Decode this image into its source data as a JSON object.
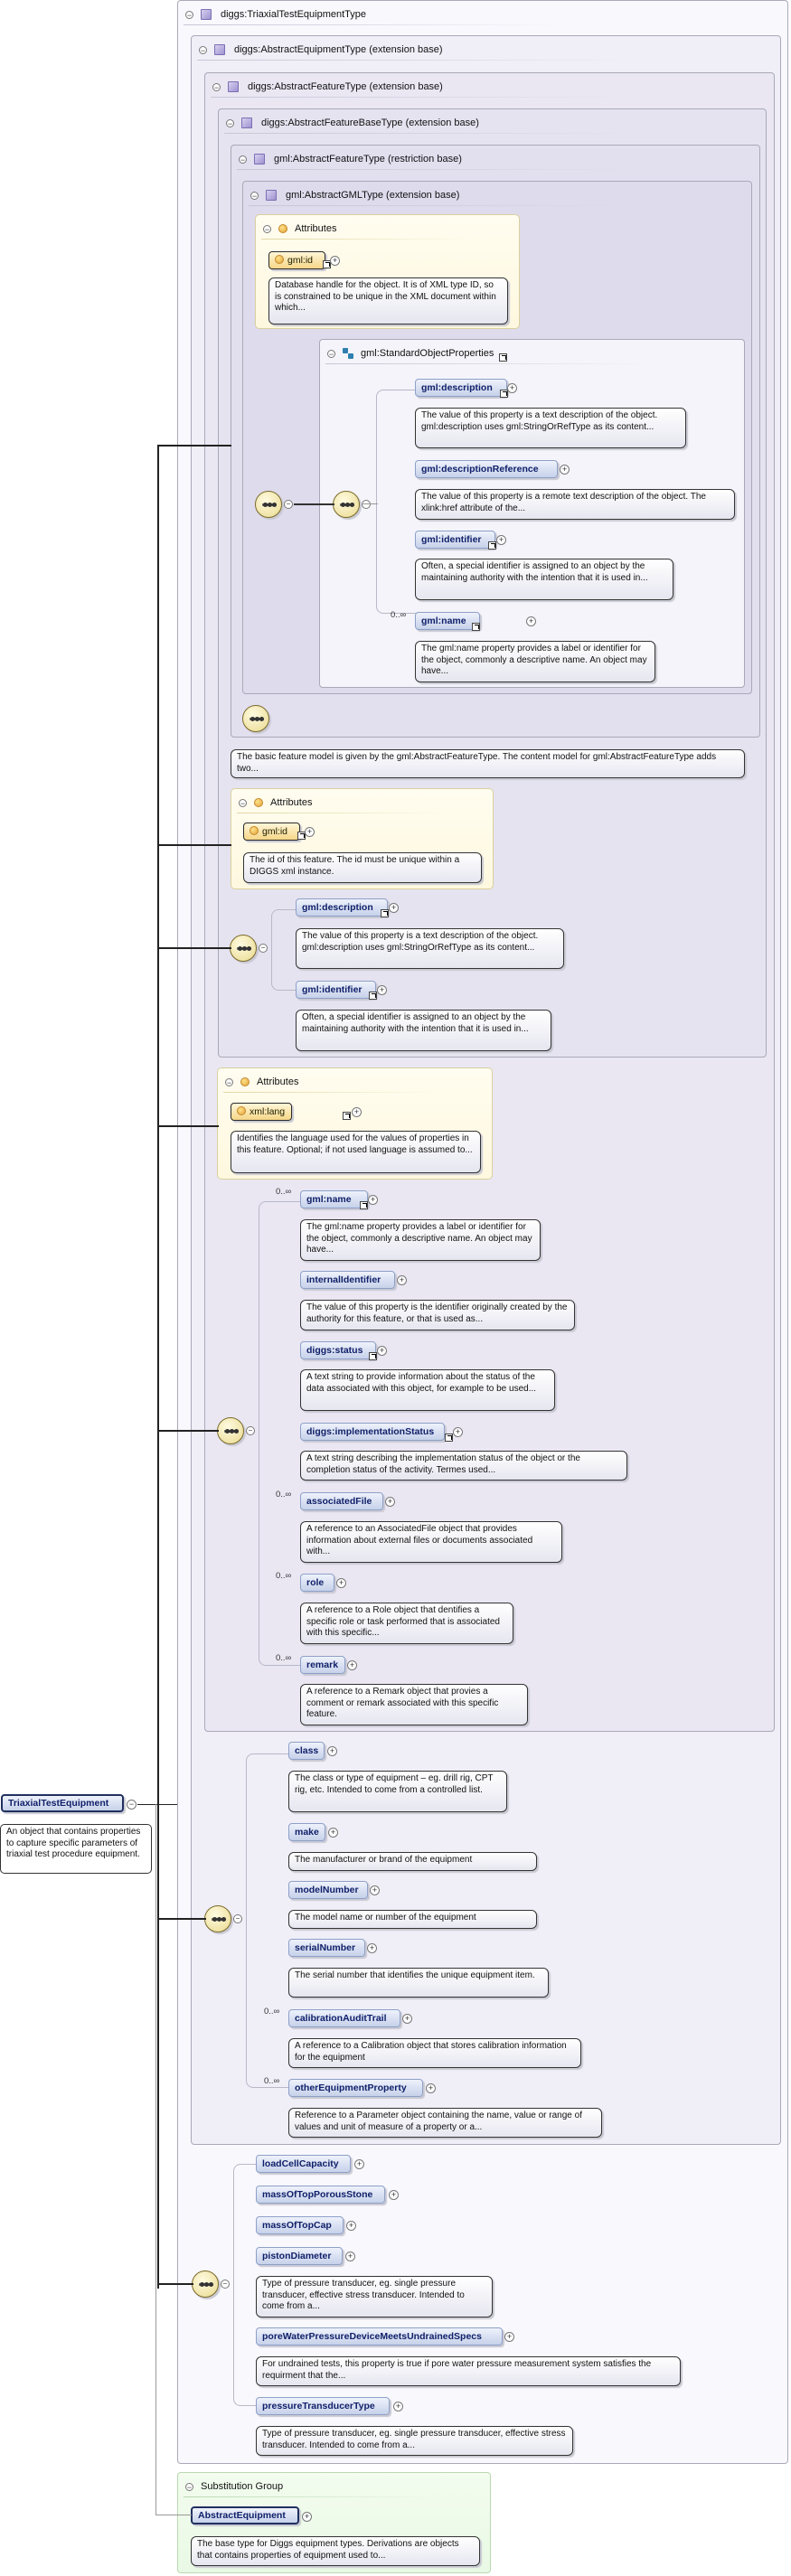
{
  "root": {
    "name": "TriaxialTestEquipment",
    "doc": "An object that contains properties to capture specific parameters of triaxial test procedure equipment."
  },
  "types": {
    "outer": "diggs:TriaxialTestEquipmentType",
    "abstractEquipment": "diggs:AbstractEquipmentType (extension base)",
    "abstractFeature": "diggs:AbstractFeatureType (extension base)",
    "abstractFeatureBase": "diggs:AbstractFeatureBaseType (extension base)",
    "gmlAbstractFeature": "gml:AbstractFeatureType (restriction base)",
    "gmlAbstractGML": "gml:AbstractGMLType (extension base)",
    "standardObjectProperties": "gml:StandardObjectProperties",
    "substitutionGroup": "Substitution Group"
  },
  "attributes_label": "Attributes",
  "gmlAbstractGML": {
    "attr": {
      "name": "gml:id",
      "doc": "Database handle for the object. It is of XML type ID, so is constrained to be unique in the XML document within which..."
    },
    "items": [
      {
        "name": "gml:description",
        "doc": "The value of this property is a text description of the object. gml:description uses gml:StringOrRefType as its content...",
        "card": ""
      },
      {
        "name": "gml:descriptionReference",
        "doc": "The value of this property is a remote text description of the object. The xlink:href attribute of the...",
        "card": ""
      },
      {
        "name": "gml:identifier",
        "doc": "Often, a special identifier is assigned to an object by the maintaining authority with the intention that it is used in...",
        "card": ""
      },
      {
        "name": "gml:name",
        "doc": "The gml:name property provides a label or identifier for the object, commonly a descriptive name. An object may have...",
        "card": "0..∞"
      }
    ]
  },
  "gmlAbstractFeature_doc": "The basic feature model is given by the gml:AbstractFeatureType. The content model for gml:AbstractFeatureType adds two...",
  "featureBase": {
    "attr": {
      "name": "gml:id",
      "doc": "The id of this feature. The id must be unique within a DIGGS xml instance."
    },
    "items": [
      {
        "name": "gml:description",
        "doc": "The value of this property is a text description of the object. gml:description uses gml:StringOrRefType as its content..."
      },
      {
        "name": "gml:identifier",
        "doc": "Often, a special identifier is assigned to an object by the maintaining authority with the intention that it is used in..."
      }
    ]
  },
  "abstractFeature": {
    "attr": {
      "name": "xml:lang",
      "doc": "Identifies the language used for the values of properties in this feature. Optional; if not used language is assumed to..."
    },
    "items": [
      {
        "name": "gml:name",
        "doc": "The gml:name property provides a label or identifier for the object, commonly a descriptive name. An object may have...",
        "card": "0..∞"
      },
      {
        "name": "internalIdentifier",
        "doc": "The value of this property is the identifier originally created by the authority for this feature, or that is used as...",
        "card": ""
      },
      {
        "name": "diggs:status",
        "doc": "A text string to provide information about the status of the data associated with this object, for example to be used...",
        "card": ""
      },
      {
        "name": "diggs:implementationStatus",
        "doc": "A text string describing the implementation status of the object or the completion status of the activity. Termes used...",
        "card": ""
      },
      {
        "name": "associatedFile",
        "doc": "A reference to an AssociatedFile object that provides information about external files or documents associated with...",
        "card": "0..∞"
      },
      {
        "name": "role",
        "doc": "A reference to a Role object that dentifies a specific role or task performed that is associated with this specific...",
        "card": "0..∞"
      },
      {
        "name": "remark",
        "doc": "A reference to a Remark object that provies a comment or remark associated with this specific feature.",
        "card": "0..∞"
      }
    ]
  },
  "abstractEquipment": {
    "items": [
      {
        "name": "class",
        "doc": "The class or type of equipment – eg. drill rig, CPT rig, etc. Intended to come from a controlled list.",
        "card": ""
      },
      {
        "name": "make",
        "doc": "The manufacturer or brand of the equipment",
        "card": ""
      },
      {
        "name": "modelNumber",
        "doc": "The model name or number of the equipment",
        "card": ""
      },
      {
        "name": "serialNumber",
        "doc": "The serial number that identifies the unique equipment item.",
        "card": ""
      },
      {
        "name": "calibrationAuditTrail",
        "doc": "A reference to a Calibration object that stores calibration information for the equipment",
        "card": "0..∞"
      },
      {
        "name": "otherEquipmentProperty",
        "doc": "Reference to a Parameter object containing the name, value or range of values and unit of measure of a property or a...",
        "card": "0..∞"
      }
    ]
  },
  "triaxial": {
    "items": [
      {
        "name": "loadCellCapacity",
        "doc": ""
      },
      {
        "name": "massOfTopPorousStone",
        "doc": ""
      },
      {
        "name": "massOfTopCap",
        "doc": ""
      },
      {
        "name": "pistonDiameter",
        "doc": "Type of pressure transducer, eg. single pressure transducer, effective stress transducer. Intended to come from a..."
      },
      {
        "name": "poreWaterPressureDeviceMeetsUndrainedSpecs",
        "doc": "For undrained tests, this property is true if pore water pressure measurement system satisfies the requirment that the..."
      },
      {
        "name": "pressureTransducerType",
        "doc": "Type of pressure transducer, eg. single pressure transducer, effective stress transducer. Intended to come from a..."
      }
    ]
  },
  "substitution": {
    "name": "AbstractEquipment",
    "doc": "The base type for Diggs equipment types. Derivations are objects that contains properties of equipment used to..."
  },
  "colors": {
    "typeBox": "#f3f1f9",
    "nested": "#ebe8f4",
    "attrBox": "#fffbe8",
    "subst": "#eefbec",
    "element": "#c6d1ea"
  }
}
